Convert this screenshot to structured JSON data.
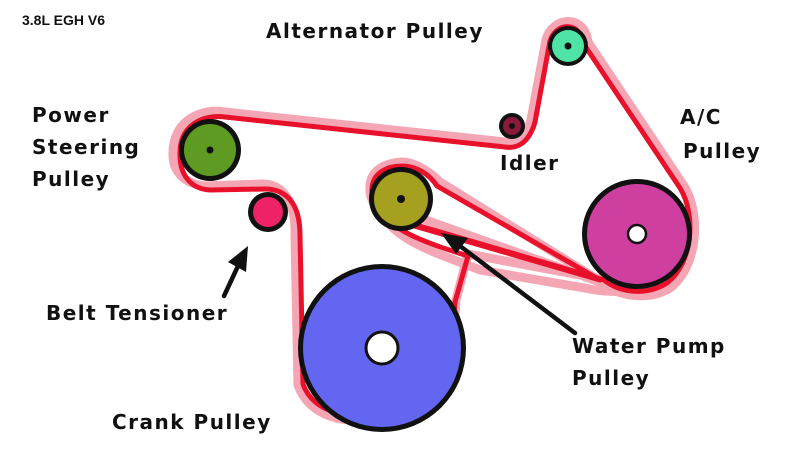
{
  "engine_label": "3.8L EGH V6",
  "labels": {
    "alternator": "Alternator Pulley",
    "power_steering": [
      "Power",
      "Steering",
      "Pulley"
    ],
    "idler": "Idler",
    "ac": [
      "A/C",
      "Pulley"
    ],
    "belt_tensioner": "Belt Tensioner",
    "water_pump": [
      "Water Pump",
      "Pulley"
    ],
    "crank": "Crank Pulley"
  },
  "colors": {
    "belt": "#e8102a",
    "belt_halo": "#f4a6b4",
    "outline": "#111111",
    "alternator": "#4fe3a6",
    "power_steering": "#5f9a22",
    "idler": "#8a1a3a",
    "ac": "#cf3fa0",
    "belt_tensioner": "#ee2266",
    "water_pump": "#a5a020",
    "crank": "#6366f0"
  }
}
